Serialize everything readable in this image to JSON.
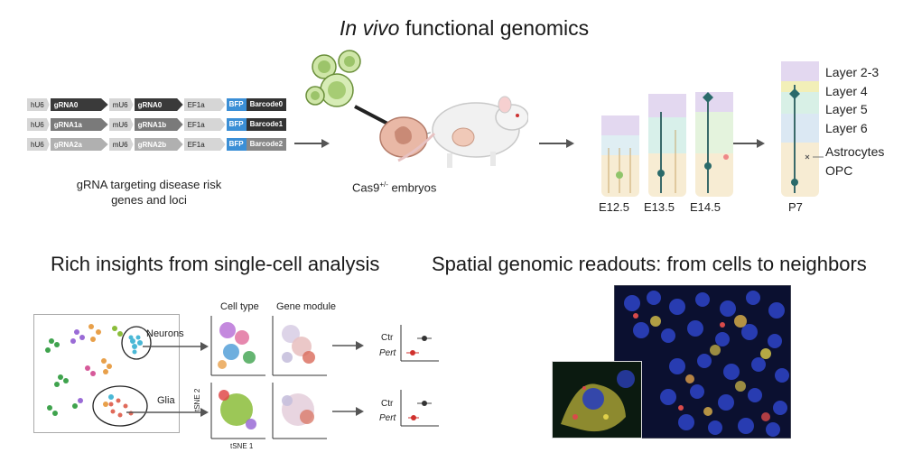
{
  "top": {
    "title_italic": "In vivo",
    "title_rest": " functional genomics",
    "constructs": [
      {
        "p1": "hU6",
        "g1": "gRNA0",
        "p2": "mU6",
        "g2": "gRNA0",
        "p3": "EF1a",
        "bfp": "BFP",
        "barcode": "Barcode0",
        "tone": "dark"
      },
      {
        "p1": "hU6",
        "g1": "gRNA1a",
        "p2": "mU6",
        "g2": "gRNA1b",
        "p3": "EF1a",
        "bfp": "BFP",
        "barcode": "Barcode1",
        "tone": "mid"
      },
      {
        "p1": "hU6",
        "g1": "gRNA2a",
        "p2": "mU6",
        "g2": "gRNA2b",
        "p3": "EF1a",
        "bfp": "BFP",
        "barcode": "Barcode2",
        "tone": "light"
      }
    ],
    "construct_caption_1": "gRNA targeting disease risk",
    "construct_caption_2": "genes and loci",
    "embryo_label": "Cas9",
    "embryo_superscript": "+/-",
    "embryo_label_rest": " embryos",
    "stages": [
      "E12.5",
      "E13.5",
      "E14.5",
      "P7"
    ],
    "layers": [
      "Layer 2-3",
      "Layer 4",
      "Layer 5",
      "Layer 6",
      "Astrocytes",
      "OPC"
    ]
  },
  "bottom_left": {
    "title": "Rich insights from single-cell analysis",
    "neurons_label": "Neurons",
    "glia_label": "Glia",
    "col_cell_type": "Cell type",
    "col_gene_module": "Gene module",
    "axis_tsne2": "tSNE 2",
    "axis_tsne1": "tSNE 1",
    "ctr_label": "Ctr",
    "pert_label": "Pert"
  },
  "bottom_right": {
    "title": "Spatial genomic readouts: from cells to neighbors"
  },
  "colors": {
    "arrow": "#555555",
    "bfp": "#3b8fd6",
    "microscopy_bg": "#0b1030",
    "nucleus": "#2a3fb8",
    "pert_dot": "#d0312d"
  }
}
